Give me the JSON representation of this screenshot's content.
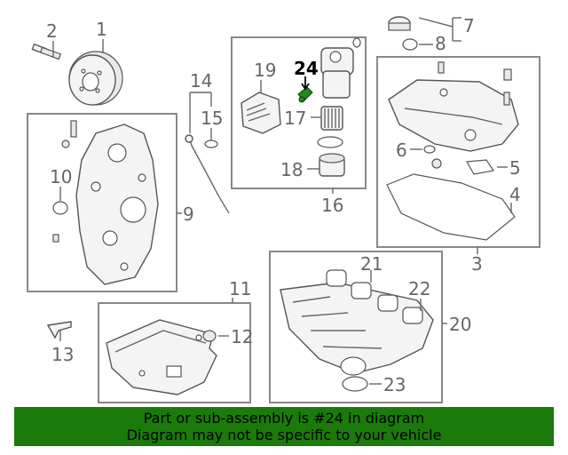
{
  "callouts": {
    "c1": "1",
    "c2": "2",
    "c3": "3",
    "c4": "4",
    "c5": "5",
    "c6": "6",
    "c7": "7",
    "c8": "8",
    "c9": "9",
    "c10": "10",
    "c11": "11",
    "c12": "12",
    "c13": "13",
    "c14": "14",
    "c15": "15",
    "c16": "16",
    "c17": "17",
    "c18": "18",
    "c19": "19",
    "c20": "20",
    "c21": "21",
    "c22": "22",
    "c23": "23",
    "c24": "24"
  },
  "highlighted_part": "24",
  "banner": {
    "line1": "Part or sub-assembly is #24 in diagram",
    "line2": "Diagram may not be specific to your vehicle"
  },
  "colors": {
    "banner_bg": "#1a7a0a",
    "highlight": "#1f8a1f",
    "callout_text": "#666666"
  }
}
